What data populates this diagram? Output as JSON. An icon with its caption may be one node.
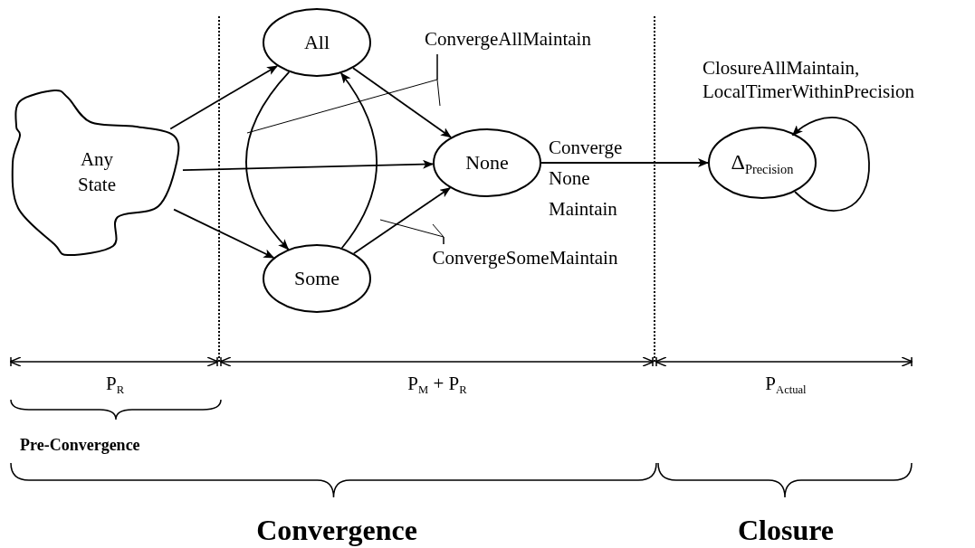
{
  "diagram": {
    "nodes": [
      {
        "text": [
          "Any State"
        ]
      },
      {
        "text": [
          "All"
        ]
      },
      {
        "text": [
          "None"
        ]
      },
      {
        "text": [
          "Some"
        ]
      },
      {
        "text": [
          "Δ$_{Precision}$"
        ]
      },
      {
        "text": [
          "ConvergeAllMaintain"
        ]
      },
      {
        "text": [
          "ConvergeSomeMaintain"
        ]
      }
    ],
    "edges": [
      {
        "from": 0,
        "to": 1,
        "arrow": "to"
      },
      {
        "from": 0,
        "to": 2,
        "arrow": "to"
      },
      {
        "from": 0,
        "to": 3,
        "arrow": "to"
      },
      {
        "from": 1,
        "to": 3,
        "arrow": "to"
      },
      {
        "from": 3,
        "to": 1,
        "arrow": "to"
      },
      {
        "from": 1,
        "to": 2,
        "arrow": "to"
      },
      {
        "from": 3,
        "to": 2,
        "arrow": "to"
      },
      {
        "from": 2,
        "to": 4,
        "arrow": "to",
        "label": "Converge None Maintain"
      },
      {
        "from": 4,
        "to": 4,
        "arrow": "to",
        "label": "ClosureAllMaintain, LocalTimerWithinPrecision"
      },
      {
        "from": 5,
        "to": null,
        "arrow": "none"
      },
      {
        "from": 5,
        "to": null,
        "arrow": "none"
      },
      {
        "from": 6,
        "to": null,
        "arrow": "none"
      },
      {
        "from": 6,
        "to": null,
        "arrow": "none"
      }
    ],
    "labels": [
      "P$_{R}$",
      "P$_{M}$ + P$_{R}$",
      "P$_{Actual}$",
      "Pre-Convergence",
      "Convergence",
      "Closure"
    ]
  }
}
